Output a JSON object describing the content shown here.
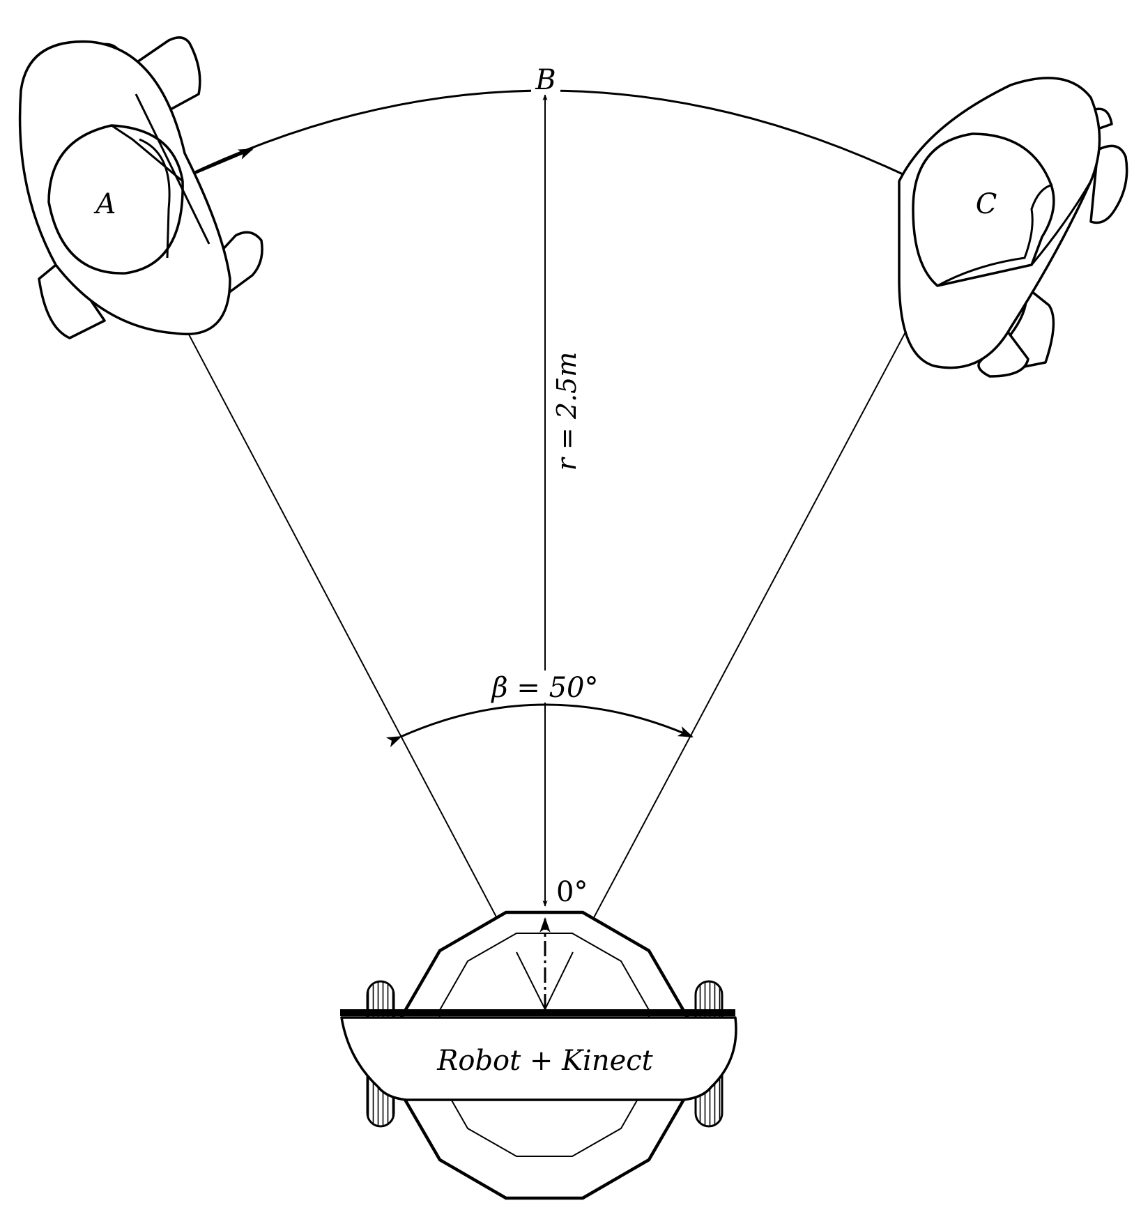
{
  "points": {
    "a": "A",
    "b": "B",
    "c": "C"
  },
  "radius_label": "r = 2.5m",
  "angle_label": "β = 50°",
  "heading_label": "0°",
  "robot_label": "Robot + Kinect",
  "values": {
    "radius_m": 2.5,
    "beta_deg": 50,
    "heading_deg": 0
  }
}
